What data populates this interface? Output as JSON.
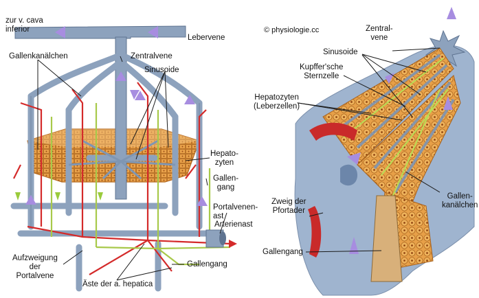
{
  "copyright": "© physiologie.cc",
  "left_labels": {
    "cava": "zur v. cava\ninferior",
    "lebervene": "Lebervene",
    "zentralvene": "Zentralvene",
    "gallenkanaelchen": "Gallenkanälchen",
    "sinusoide": "Sinusoide",
    "hepatozyten": "Hepato-\nzyten",
    "gallengang_side": "Gallen-\ngang",
    "portalvenenast": "Portalvenen-\nast",
    "arterienast": "Arterienast",
    "aufzweigung": "Aufzweigung\nder\nPortalvene",
    "aeste": "Äste der a. hepatica",
    "gallengang_bottom": "Gallengang"
  },
  "right_labels": {
    "zentralvene": "Zentral-\nvene",
    "sinusoide": "Sinusoide",
    "kupffer": "Kupffer'sche\nSternzelle",
    "hepatozyten": "Hepatozyten\n(Leberzellen)",
    "gallenkanaelchen": "Gallen-\nkanälchen",
    "zweig": "Zweig der\nPfortader",
    "gallengang": "Gallengang"
  },
  "colors": {
    "vein": "#8da2bd",
    "vein_dark": "#5f7491",
    "artery": "#d42a2a",
    "bile": "#a8c94a",
    "hepatocyte": "#e9a24a",
    "arrow": "#a78de0",
    "leader": "#1a1a1a"
  }
}
